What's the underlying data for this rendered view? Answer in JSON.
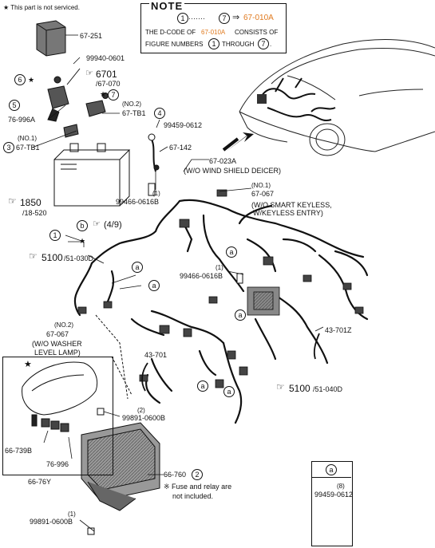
{
  "header": {
    "not_serviced": "★ This part is not serviced."
  },
  "note": {
    "title": "NOTE",
    "circle_start": "1",
    "dots": "·······",
    "circle_end": "7",
    "arrow": "⇒",
    "ref_code": "67-010A",
    "line2_a": "THE D-CODE OF",
    "line2_code": "67-010A",
    "line2_b": "CONSISTS OF",
    "line3_a": "FIGURE NUMBERS",
    "line3_b": "THROUGH",
    "line3_c": "."
  },
  "labels": {
    "p67_251": "67-251",
    "p99940_0601": "99940-0601",
    "ref_6701": "6701",
    "ref_67_070": "/67-070",
    "p76_996a": "76-996A",
    "no2_tb1": "(NO.2)",
    "p67_tb1_a": "67-TB1",
    "p99459_0612": "99459-0612",
    "no1_tb1": "(NO.1)",
    "p67_tb1_b": "67-TB1",
    "p67_142": "67-142",
    "p67_023a": "67-023A",
    "wind_shield": "(W/O WIND SHIELD DEICER)",
    "ref_1850": "1850",
    "ref_18_520": "/18-520",
    "one_a": "(1)",
    "p99466_0616b_a": "99466-0616B",
    "no1_067": "(NO.1)",
    "p67_067_a": "67-067",
    "smart_keyless_1": "(W/O SMART KEYLESS,",
    "smart_keyless_2": "W/KEYLESS ENTRY)",
    "ref_4_9": "(4/9)",
    "ref_5100_a": "5100",
    "ref_51_030d": "/51-030D",
    "one_b": "(1)",
    "p99466_0616b_b": "99466-0616B",
    "no2_067": "(NO.2)",
    "p67_067_b": "67-067",
    "washer_1": "(W/O WASHER",
    "washer_2": "LEVEL LAMP)",
    "p43_701z": "43-701Z",
    "p43_701": "43-701",
    "ref_5100_b": "5100",
    "ref_51_040d": "/51-040D",
    "two_a": "(2)",
    "p99891_0600b_a": "99891-0600B",
    "p66_739b": "66-739B",
    "p76_996": "76-996",
    "p66_76y": "66-76Y",
    "p66_760": "66-760",
    "fuse_note_1": "※ Fuse and relay are",
    "fuse_note_2": "not included.",
    "one_c": "(1)",
    "p99891_0600b_b": "99891-0600B"
  },
  "callouts": {
    "c1": "1",
    "c2": "2",
    "c3": "3",
    "c4": "4",
    "c5": "5",
    "c6": "6",
    "c7": "7",
    "a": "a",
    "b": "b"
  },
  "legend": {
    "head": "a",
    "qty": "(8)",
    "part": "99459-0612"
  },
  "colors": {
    "accent_orange": "#e07a1f"
  }
}
